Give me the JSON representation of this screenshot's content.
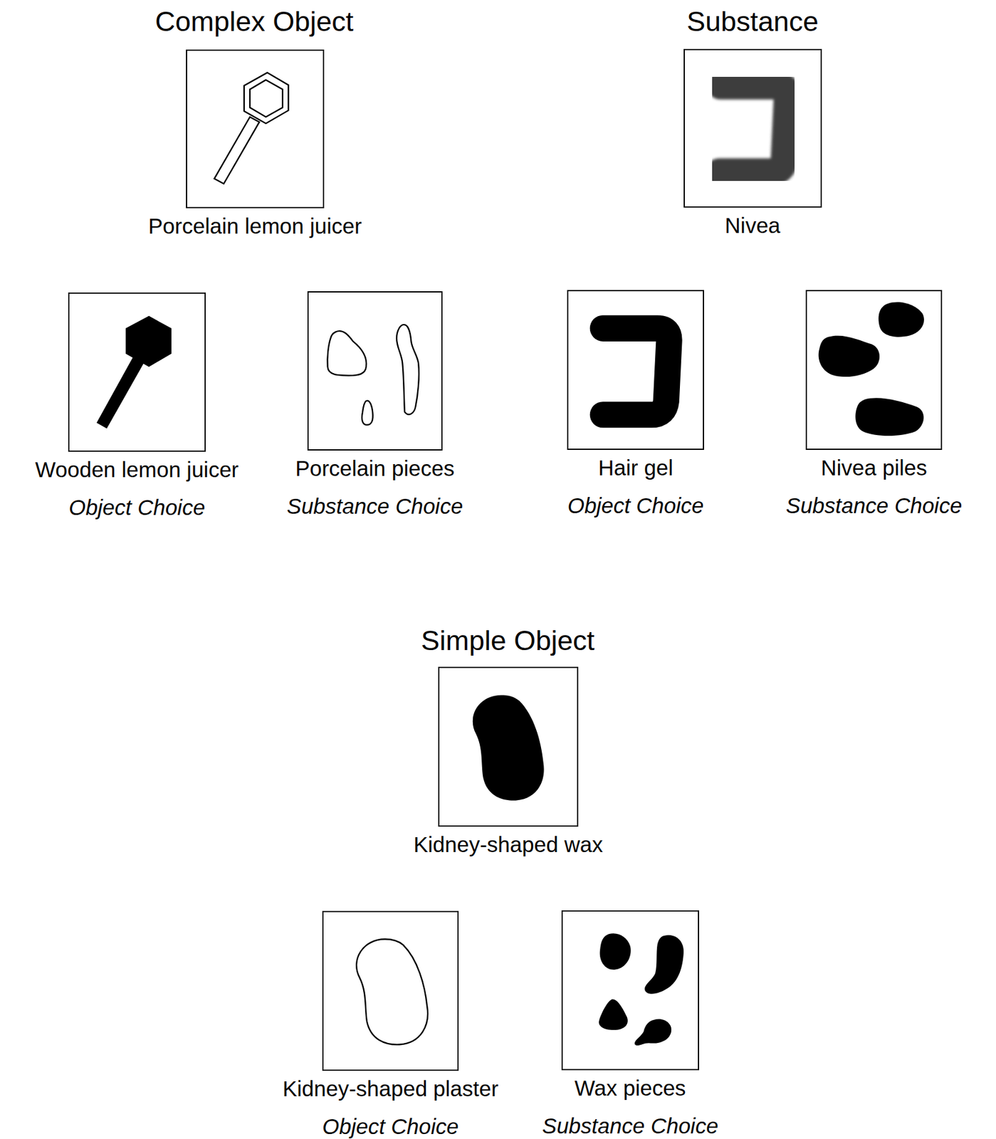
{
  "diagram": {
    "nodes": [
      {
        "text": [
          "Porcelain lemon juicer"
        ]
      },
      {
        "text": [
          "Nivea"
        ]
      },
      {
        "text": [
          "Wooden lemon juicer",
          "Object Choice"
        ]
      },
      {
        "text": [
          "Porcelain pieces",
          "Substance Choice"
        ]
      },
      {
        "text": [
          "Hair gel",
          "Object Choice"
        ]
      },
      {
        "text": [
          "Nivea piles",
          "Substance Choice"
        ]
      },
      {
        "text": [
          "Kidney-shaped wax"
        ]
      },
      {
        "text": [
          "Kidney-shaped plaster",
          "Object Choice"
        ]
      },
      {
        "text": [
          "Wax pieces",
          "Substance Choice"
        ]
      }
    ],
    "labels": [
      "Complex Object",
      "Substance",
      "Simple Object"
    ]
  }
}
